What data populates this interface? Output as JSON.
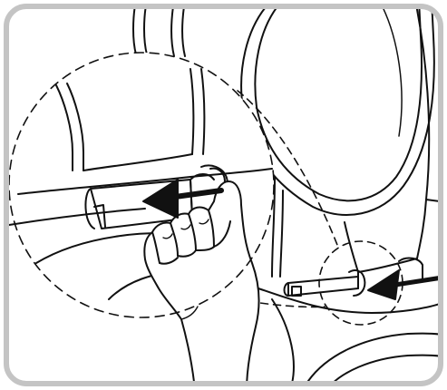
{
  "figure": {
    "kind": "instruction-illustration",
    "frame_color": "#c4c4c4",
    "line_color": "#111111",
    "background": "#ffffff",
    "icons": [
      "hand-icon",
      "pull-arrow-icon",
      "hinge-icon",
      "toilet-seat-icon",
      "toilet-lid-icon",
      "toilet-bowl-icon"
    ],
    "callouts": [
      "magnified-hinge-detail",
      "small-hinge-detail"
    ]
  }
}
